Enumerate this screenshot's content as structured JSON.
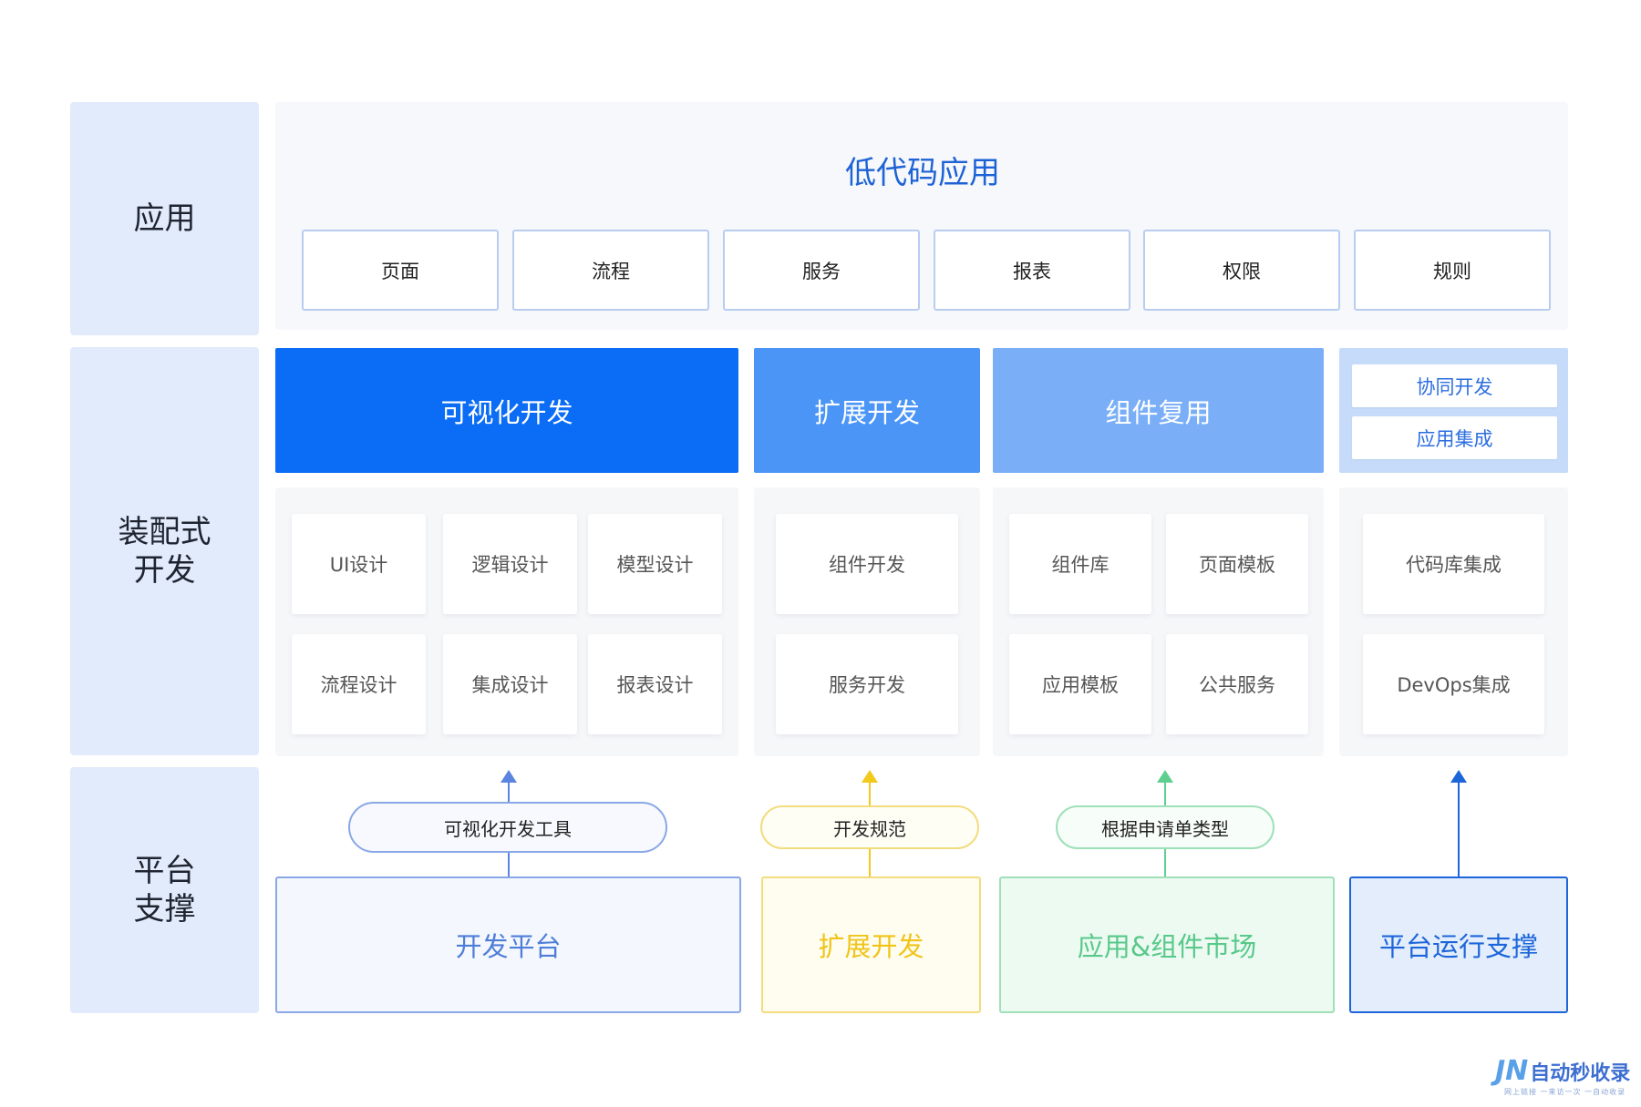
{
  "rows": {
    "application": [
      "应用"
    ],
    "assembly": [
      "装配式",
      "开发"
    ],
    "platform": [
      "平台",
      "支撑"
    ]
  },
  "app_section": {
    "title": "低代码应用",
    "items": [
      "页面",
      "流程",
      "服务",
      "报表",
      "权限",
      "规则"
    ]
  },
  "assembly_headers": {
    "visual": "可视化开发",
    "extend": "扩展开发",
    "component": "组件复用",
    "collab": [
      "协同开发",
      "应用集成"
    ]
  },
  "cards": {
    "visual": [
      "UI设计",
      "逻辑设计",
      "模型设计",
      "流程设计",
      "集成设计",
      "报表设计"
    ],
    "extend": [
      "组件开发",
      "服务开发"
    ],
    "component": [
      "组件库",
      "页面模板",
      "应用模板",
      "公共服务"
    ],
    "collab": [
      "代码库集成",
      "DevOps集成"
    ]
  },
  "connectors": {
    "dev_tools": "可视化开发工具",
    "dev_spec": "开发规范",
    "by_request": "根据申请单类型"
  },
  "platform_boxes": {
    "dev_platform": "开发平台",
    "extend_dev": "扩展开发",
    "market": "应用&组件市场",
    "runtime": "平台运行支撑"
  },
  "colors": {
    "blue_dark": "#0b6cf5",
    "blue_mid": "#4b95f7",
    "blue_light": "#7aaff8",
    "blue_pale": "#c6dbfa",
    "yellow": "#f2c91c",
    "green": "#5fcf8f",
    "arrow_blue": "#5b84e0",
    "runtime_blue": "#1d66d9"
  },
  "watermark": {
    "logo": "JN",
    "text": "自动秒收录",
    "sub": "网上链接 一来访一次 一自动收录"
  }
}
